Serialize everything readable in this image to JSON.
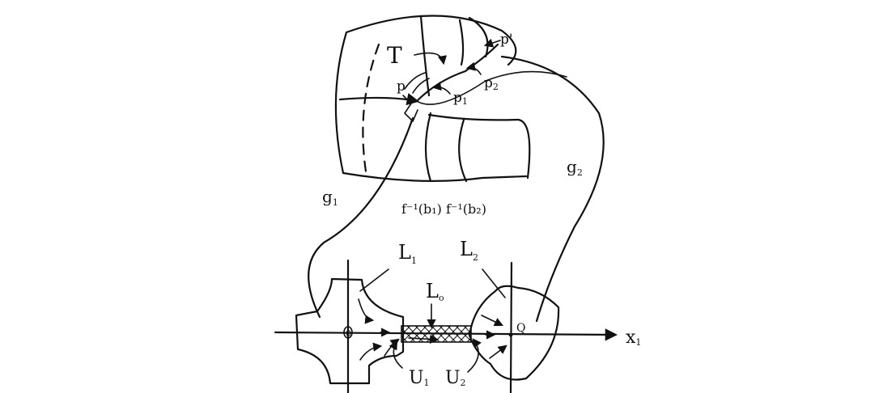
{
  "labels": {
    "T": "T",
    "p": "p",
    "p1": "p",
    "p1_sub": "1",
    "p2": "p",
    "p2_sub": "2",
    "p_prime": "p'",
    "g1": "g",
    "g1_sub": "1",
    "g2": "g",
    "g2_sub": "2",
    "preimages": "f⁻¹(b₁) f⁻¹(b₂)",
    "L1": "L",
    "L1_sub": "1",
    "L2": "L",
    "L2_sub": "2",
    "L0": "L",
    "L0_sub": "o",
    "origin": "0",
    "Q": "Q",
    "x1": "x",
    "x1_sub": "1",
    "U1": "U",
    "U1_sub": "1",
    "U2": "U",
    "U2_sub": "2"
  }
}
